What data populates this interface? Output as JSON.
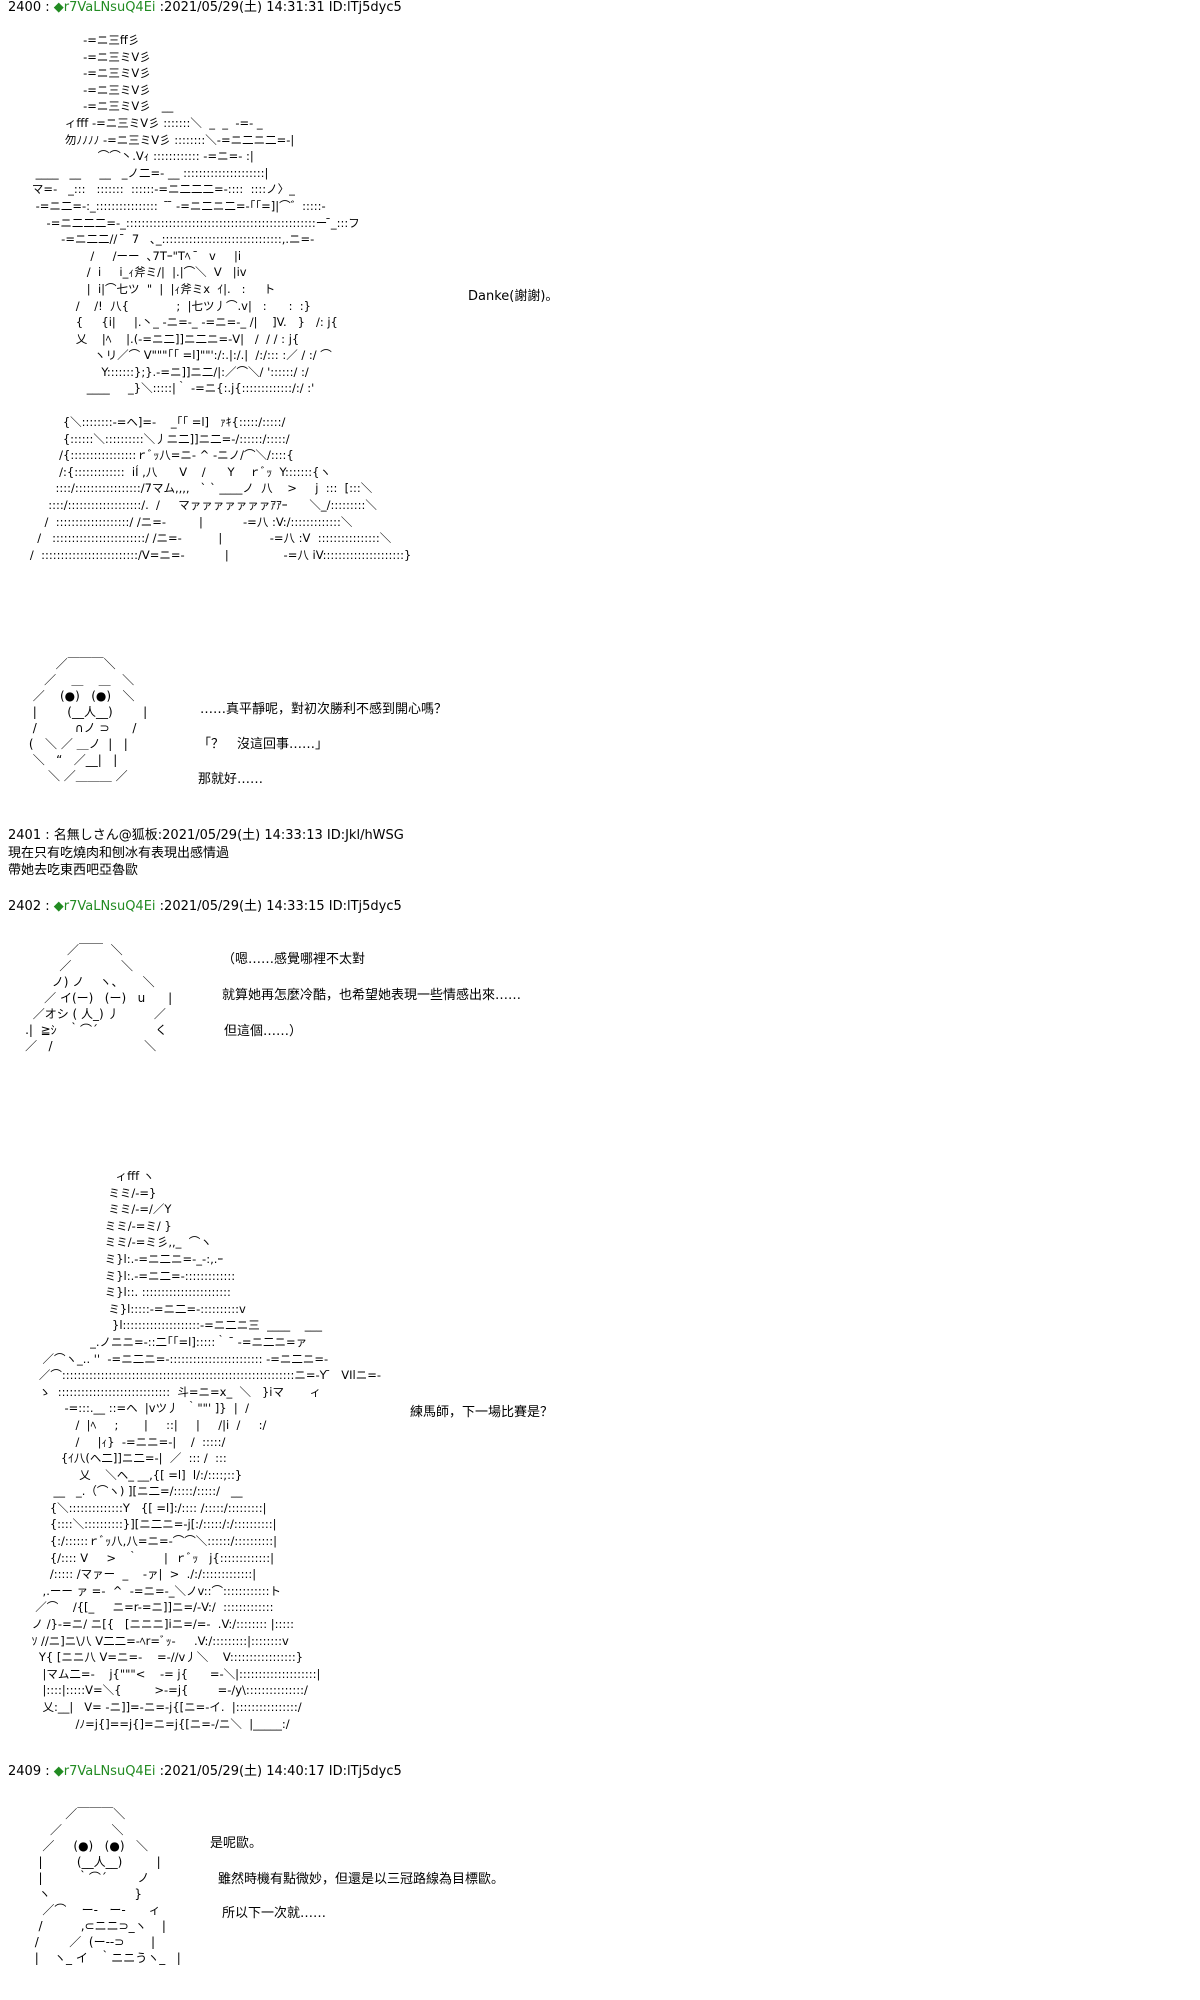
{
  "posts": [
    {
      "number": "2400",
      "sep": " : ",
      "trip": "◆r7VaLNsuQ4Ei",
      "meta": " :2021/05/29(土) 14:31:31 ID:lTj5dyc5"
    },
    {
      "number": "2401",
      "sep": " : ",
      "name": "名無しさん@狐板",
      "meta": ":2021/05/29(土) 14:33:13 ID:Jkl/hWSG",
      "lines": [
        "現在只有吃燒肉和刨冰有表現出感情過",
        "帶她去吃東西吧亞魯歐"
      ]
    },
    {
      "number": "2402",
      "sep": " : ",
      "trip": "◆r7VaLNsuQ4Ei",
      "meta": " :2021/05/29(土) 14:33:15 ID:lTj5dyc5"
    },
    {
      "number": "2409",
      "sep": " : ",
      "trip": "◆r7VaLNsuQ4Ei",
      "meta": " :2021/05/29(土) 14:40:17 ID:lTj5dyc5"
    }
  ],
  "dialogs": {
    "danke": "Danke(謝謝)。",
    "d1": "……真平靜呢，對初次勝利不感到開心嗎？",
    "d2": "「？　沒這回事……」",
    "d3": "那就好……",
    "d4": "（嗯……感覺哪裡不太對",
    "d5": "就算她再怎麼冷酷，也希望她表現一些情感出來……",
    "d6": "但這個……）",
    "d7": "練馬師，下一場比賽是？",
    "d8": "是呢歐。",
    "d9": "雖然時機有點微妙，但還是以三冠路線為目標歐。",
    "d10": "所以下一次就……"
  },
  "art": {
    "a1": "                    -=ニ三ff彡\n                    -=ニ三ミV彡\n                    -=ニ三ミV彡\n                    -=ニ三ミV彡\n                    -=ニ三ミV彡   __\n               ィfff -=ニ三ミV彡 :::::::＼  _  _  -=- _\n               勿ﾉﾉﾉﾉ -=ニ三ミV彡 ::::::::＼-=ニ二ニ二=-|\n                        ⌒⌒丶.Vｨ :::::::::::: -=ニ=- :|\n       ____   __     __   _ノ二=- __ :::::::::::::::::::::|\n      マ=-   _:::   :::::::  ::::::-=ニ二二二=-::::  ::::ノ〉_\n       -=ニ二=-:_::::::::::::::::   ̄ ̄ -=ニ二ニ二=-｢｢=]|⌒゛:::::-\n          -=ニ二二二=-_:::::::::::::::::::::::::::::::::::::::::::::::::ー ̄_:::フ\n              -=ニ二二//  ̄  7   ､_:::::::::::::::::::::::::::::::,.ニ=-\n                      /     /ーー  ､7Tｰ\"Tﾍ  ̄   v     |i\n                     /  i     i_ｨ斧ミ/|  |.|⌒＼  V   |iv\n                     |  i|⌒七ツ  \"  |  |ｨ斧ミx  ｲ|.   :     ト\n                  /    /!  八{             ;  |七ツ丿⌒.v|   :      :  :}\n                  {     {i|     |.丶_ -ニ=-_ -=ニ=-_ /|    ]V.   }   /: j{\n                  乂    |ﾍ    |.(-=ニ二]]ニ二ニ=-V|   /  / / : j{\n                       ヽリ／⌒ V\"\"\"｢｢ =l]\"\"':/:.|:/.|  /:/::: :／ / :/ ⌒\n                         Y:::::::};}.-=ニ]]ニ二/|:／⌒＼/ '::::::/ :/\n                     ____     _}＼:::::|｀ -=ニ{:.j{:::::::::::::/:/ :'",
    "a2": "               {＼::::::::-=ヘ]=-    _｢｢ =l]   ｧｷ{:::::/:::::/\n               {::::::＼::::::::::＼丿ニ二]]ニ二=-/::::::/:::::/\n              /{:::::::::::::::::ｒﾞｯ八=ニ- ^ -ニノ/⌒＼/::::{\n              /:{:::::::::::::  iÍ ,八      V    /      Y    ｒﾞｯ  Y:::::::{ヽ\n             ::::/:::::::::::::::::/7マム,,,,   ` ` ____ノ  八    >     j  :::  [:::＼\n           ::::/:::::::::::::::::::/.  /     マァァァァァァァｱｱｰ      ＼_/:::::::::＼\n          /  :::::::::::::::::::/ /ニ=-         |           -=八 :V:/:::::::::::::＼\n        /   ::::::::::::::::::::::::/ /ニ=-          |             -=八 :V  ::::::::::::::::＼\n      /  :::::::::::::::::::::::::/V=ニ=-           |               -=八 iV:::::::::::::::::::::}",
    "a3": "             ／￣￣￣＼\n          ／    ＿    ＿   ＼\n       ／    (●)   (●)   ＼\n       |        (__人__)        |\n       /          ∩ノ ⊃      /\n      (   ＼ ／ ＿ノ  |   |\n       ＼   “   ／__|   |\n           ＼ ／＿＿＿ ／",
    "a4": "                ／￣￣  ＼\n              ／             ＼\n            ノ) ノ    ヽ、     ＼\n          ／ イ(ー)   (ー)   u      |\n       ／オシ ( 人_) 丿         ／\n     .|  ≧ｼ   ｀⌒´               く\n     ／   /                        ＼",
    "a5": "                              ィfff ヽ\n                            ミミ/-=}\n                            ミミ/-=/／Y\n                           ミミ/-=ミ/ }\n                           ミミ/-=ミ彡,,_  ⌒ヽ\n                           ミ}l:.-=ニ二ニ=-_-:,.ｰ\n                           ミ}l:.-=ニ二=-:::::::::::::\n                           ミ}l::. :::::::::::::::::::::::\n                            ミ}l:::::-=ニ二=-::::::::::v\n                             }l::::::::::::::::::::-=ニ二ニ三  ____    ___\n                       _.ノニニ=-::二｢｢=l]:::::｀  ̄ -=ニ二ニ=ァ\n          ／⌒ヽ_.. ''  -=ニ二ニ=-:::::::::::::::::::::::: -=ニ二ニ=-\n         ／⌒::::::::::::::::::::::::::::::::::::::::::::::::::::::::::::ニ=-Y ̄   VIlニ=-\n         ゝ  :::::::::::::::::::::::::::::  斗=ニ=x_  ＼   }iマ       ィ\n                -=:::.__ ::=ヘ  |vツ丿  ｀\"\"' ]}  |  /\n                   /  |ﾍ     ;       |     ::|     |     /|i  /     :/\n                   /     |ｨ}  -=ニニ=-|    /  :::::/     \n               {ｲ八(ヘ二]]ニ二=-|  ／  ::: /  :::\n                    乂    ＼ヘ_ __,{[ =l]  l/:/::::;::}\n             __   _.（⌒ヽ) ][ニ二=/:::::/:::::/   __\n            {＼::::::::::::::Y   {[ =l]:/:::: /:::::/:::::::::|\n            {::::＼::::::::::}][ニ二ニ=-j[:/:::::/:/::::::::::|\n            {:/::::::ｒﾞｯ八,八=ニ=-⌒⌒＼::::::/::::::::::|\n            {/:::: V     >   ｀       |  ｒﾞｯ   j{:::::::::::::|\n            /::::: /マァー  _    -ァ|  >  ./:/:::::::::::::|\n          ,.ーー ァ =-  ^  -=ニ=-_＼ノv::⌒::::::::::::ト\n        ／⌒    /{[_     ニ=r-=ニ]]ニ=/-V:/  :::::::::::::\n       ノ /}-=ニ/ ニ[{   [ニニニ]iニ=/=-  .V:/:::::::: |:::::\n       ｿ //ニ]ニ\\八 V二二=-ﾍr=ﾞｯ-     .V:/:::::::::|::::::::v\n         Y{ [ニニ八 V=ニ=-    =-//v丿＼    V:::::::::::::::::}\n          |マム二=-    j{\"\"\"<    -= j{      =-＼|::::::::::::::::::::|\n          |::::|:::::V=＼{         >-=j{        =-/y\\:::::::::::::::/\n          乂:__|   V= -ニ]]=-ニ=-j{[ニ=-イ.  |::::::::::::::::/\n                   /ﾉ=j{]==j{]=ニ=j{[ニ=-/ニ＼  |_____:/",
    "a6": "               ／￣￣￣＼\n           ／             ＼\n         ／     (●)   (●)   ＼\n        |         (__人__)         |\n        |         ｀⌒´        ノ\n        ヽ                      }\n         ／⌒    ー-   ー-      ィ\n        /          ,⊂ニニ⊃_ヽ    |\n       /        ／  (ー--⊃       |\n       |    ヽ_ イ   ｀ニニうヽ_   |"
  }
}
